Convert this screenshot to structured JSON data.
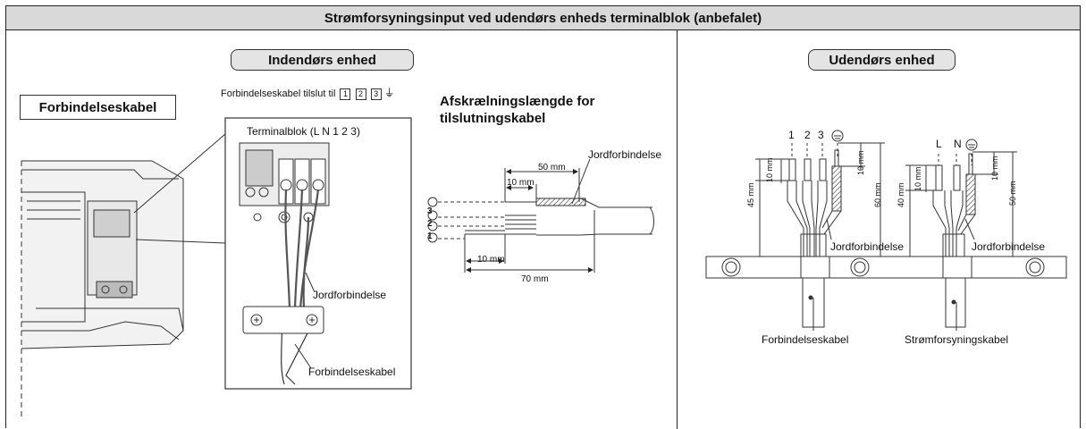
{
  "header": {
    "title": "Strømforsyningsinput ved udendørs enheds terminalblok (anbefalet)"
  },
  "left": {
    "pill": "Indendørs enhed",
    "cable_box": "Forbindelseskabel",
    "connect_caption": "Forbindelseskabel tilslut til",
    "connect_nums": [
      "1",
      "2",
      "3"
    ],
    "terminal_label": "Terminalblok (L N 1 2 3)",
    "terminal_nums": [
      "1",
      "2",
      "3"
    ],
    "ground_label": "Jordforbindelse",
    "cable_label": "Forbindelseskabel",
    "strip_title": "Afskrælningslængde for tilslutningskabel",
    "strip_ground": "Jordforbindelse",
    "strip_dims": {
      "d50": "50 mm",
      "d10a": "10 mm",
      "d10b": "10 mm",
      "d70": "70 mm"
    },
    "strip_wires": [
      "3",
      "2",
      "1"
    ]
  },
  "right": {
    "pill": "Udendørs enhed",
    "left_wires": [
      "1",
      "2",
      "3"
    ],
    "right_wires": [
      "L",
      "N"
    ],
    "dims_left": {
      "a": "45 mm",
      "b": "10 mm",
      "c": "10 mm",
      "d": "60 mm"
    },
    "dims_right": {
      "a": "40 mm",
      "b": "10 mm",
      "c": "10 mm",
      "d": "50 mm"
    },
    "ground_left": "Jordforbindelse",
    "ground_right": "Jordforbindelse",
    "cable_left": "Forbindelseskabel",
    "cable_right": "Strømforsyningskabel"
  }
}
